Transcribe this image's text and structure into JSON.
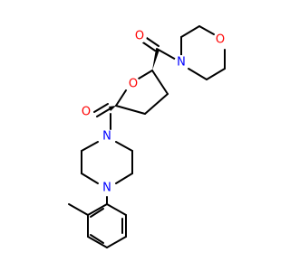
{
  "colors": {
    "bond": "#000000",
    "oxygen": "#ff0000",
    "nitrogen": "#0000ff",
    "background": "#ffffff"
  },
  "atoms": {
    "o_carbonyl_top": "O",
    "n_morpholine": "N",
    "o_morpholine": "O",
    "o_thf_ring": "O",
    "o_carbonyl_mid": "O",
    "n_piperazine_top": "N",
    "n_piperazine_bottom": "N"
  }
}
